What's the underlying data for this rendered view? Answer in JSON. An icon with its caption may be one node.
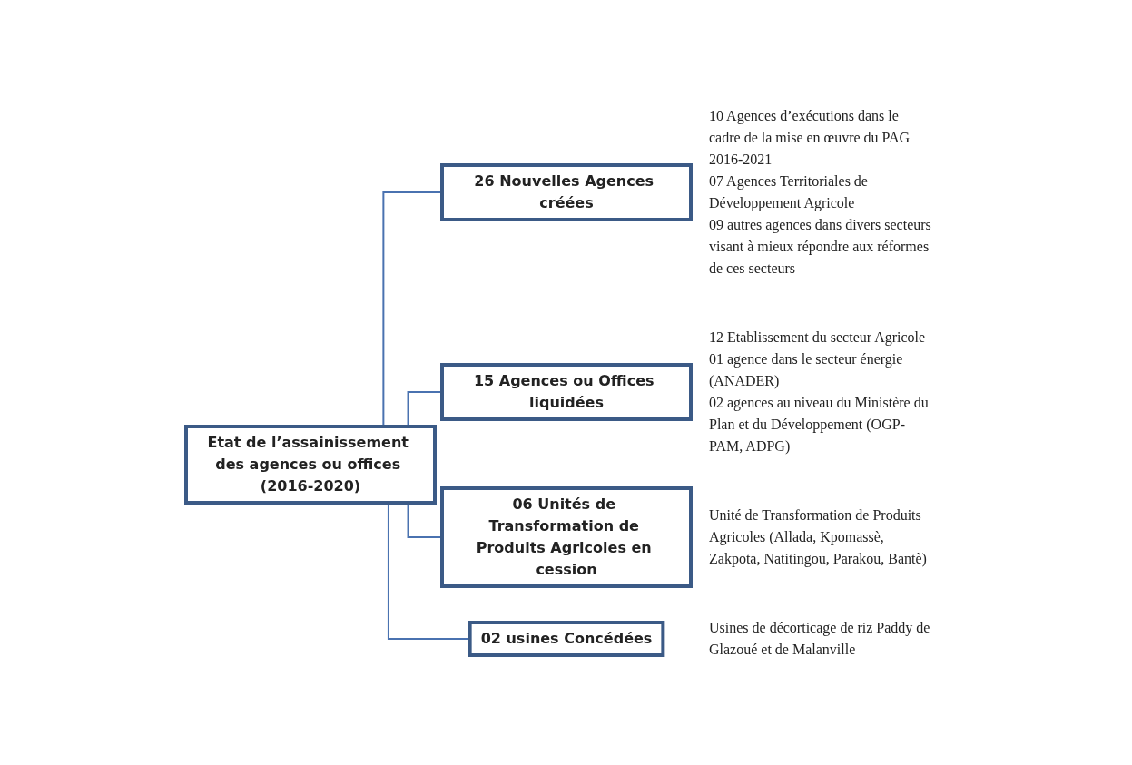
{
  "diagram": {
    "nodes": [
      {
        "text": [
          "Etat de l’assainissement des agences ou offices (2016-2020)"
        ]
      },
      {
        "text": [
          "26 Nouvelles Agences créées"
        ],
        "beside": [
          "10 Agences d’exécutions dans le cadre de la mise en œuvre du PAG 2016-2021",
          "07 Agences Territoriales de Développement Agricole",
          "09 autres agences dans divers secteurs visant à mieux répondre aux réformes de ces secteurs"
        ]
      },
      {
        "text": [
          "15 Agences ou Offices liquidées"
        ],
        "beside": [
          "12 Etablissement du secteur Agricole",
          "01 agence dans le secteur énergie (ANADER)",
          "02 agences au niveau du Ministère du Plan et du Développement (OGP-PAM, ADPG)"
        ]
      },
      {
        "text": [
          "06 Unités de Transformation de Produits Agricoles en cession"
        ],
        "beside": [
          "Unité de Transformation de Produits Agricoles (Allada, Kpomassè, Zakpota, Natitingou, Parakou, Bantè)"
        ]
      },
      {
        "text": [
          "02 usines Concédées"
        ],
        "beside": [
          "Usines de décorticage de riz Paddy de Glazoué et de Malanville"
        ]
      }
    ],
    "edges": [
      {
        "from": 0,
        "to": 1,
        "arrow": "none"
      },
      {
        "from": 0,
        "to": 2,
        "arrow": "none"
      },
      {
        "from": 0,
        "to": 3,
        "arrow": "none"
      },
      {
        "from": 0,
        "to": 4,
        "arrow": "none"
      }
    ]
  }
}
